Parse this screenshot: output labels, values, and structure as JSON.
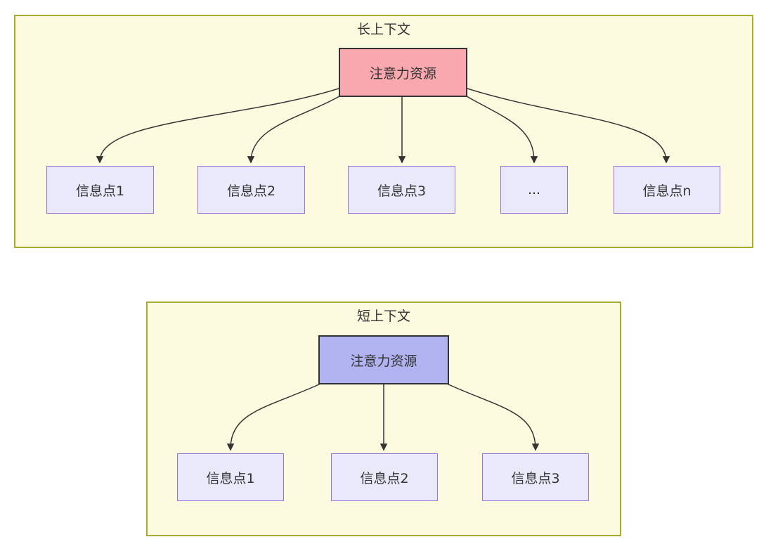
{
  "colors": {
    "container_fill": "#fcfbdf",
    "container_border": "#aaaa33",
    "attention_long_fill": "#f9a8b0",
    "attention_short_fill": "#b1b3f0",
    "attention_border": "#333333",
    "info_fill": "#e9e9fb",
    "info_border": "#9673d9",
    "arrow": "#333333",
    "text": "#333333"
  },
  "long_context": {
    "title": "长上下文",
    "attention_label": "注意力资源",
    "info_boxes": [
      {
        "label": "信息点1"
      },
      {
        "label": "信息点2"
      },
      {
        "label": "信息点3"
      },
      {
        "label": "..."
      },
      {
        "label": "信息点n"
      }
    ]
  },
  "short_context": {
    "title": "短上下文",
    "attention_label": "注意力资源",
    "info_boxes": [
      {
        "label": "信息点1"
      },
      {
        "label": "信息点2"
      },
      {
        "label": "信息点3"
      }
    ]
  }
}
